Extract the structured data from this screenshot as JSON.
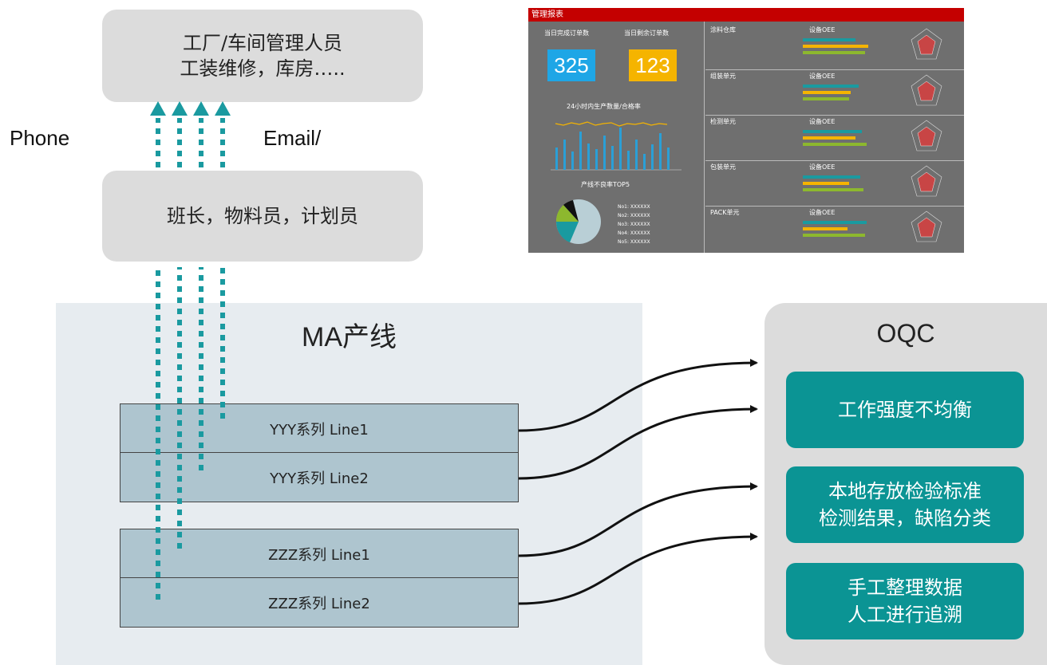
{
  "top_box": {
    "line1": "工厂/车间管理人员",
    "line2": "工装维修，库房….."
  },
  "mid_box": {
    "text": "班长，物料员，计划员"
  },
  "phone_label": "Phone",
  "email_label": "Email/",
  "ma": {
    "title": "MA产线",
    "lines": [
      "YYY系列 Line1",
      "YYY系列 Line2",
      "ZZZ系列 Line1",
      "ZZZ系列 Line2"
    ]
  },
  "oqc": {
    "title": "OQC",
    "boxes": [
      {
        "line1": "工作强度不均衡",
        "line2": ""
      },
      {
        "line1": "本地存放检验标准",
        "line2": "检测结果，缺陷分类"
      },
      {
        "line1": "手工整理数据",
        "line2": "人工进行追溯"
      }
    ]
  },
  "dashboard": {
    "header": "管理报表",
    "kpi1_label": "当日完成订单数",
    "kpi1_value": "325",
    "kpi2_label": "当日剩余订单数",
    "kpi2_value": "123",
    "chart_title": "24小时内生产数量/合格率",
    "pie_title": "产线不良率TOP5",
    "pie_legend": [
      "No1: XXXXXX",
      "No2: XXXXXX",
      "No3: XXXXXX",
      "No4: XXXXXX",
      "No5: XXXXXX"
    ],
    "units": [
      "涂料仓库",
      "组装单元",
      "检测单元",
      "包装单元",
      "PACK单元"
    ],
    "oee_label": "设备OEE",
    "colors": {
      "header": "#c40000",
      "kpi1": "#1ea6e6",
      "kpi2": "#f5b400",
      "teal": "#0b9494"
    }
  },
  "colors": {
    "arrow_teal": "#1a9aa0",
    "line_box": "#aec5cf",
    "oqc_teal": "#0b9494"
  }
}
